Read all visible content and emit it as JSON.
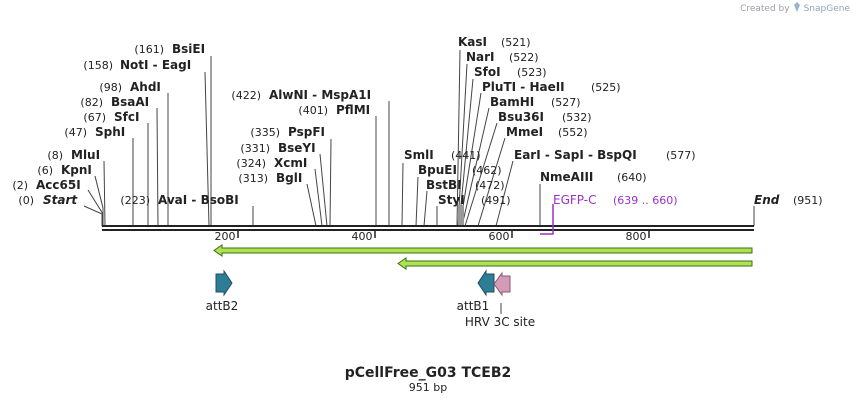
{
  "credit": {
    "prefix": "Created by",
    "brand": "SnapGene"
  },
  "plasmid": {
    "name": "pCellFree_G03 TCEB2",
    "size_label": "951 bp"
  },
  "ruler": {
    "ticks": [
      200,
      400,
      600,
      800
    ]
  },
  "sites": [
    {
      "name": "Start",
      "pos": "(0)",
      "italic": true
    },
    {
      "name": "Acc65I",
      "pos": "(2)"
    },
    {
      "name": "KpnI",
      "pos": "(6)"
    },
    {
      "name": "MluI",
      "pos": "(8)"
    },
    {
      "name": "SphI",
      "pos": "(47)"
    },
    {
      "name": "SfcI",
      "pos": "(67)"
    },
    {
      "name": "BsaAI",
      "pos": "(82)"
    },
    {
      "name": "AhdI",
      "pos": "(98)"
    },
    {
      "name": "NotI - EagI",
      "pos": "(158)"
    },
    {
      "name": "BsiEI",
      "pos": "(161)"
    },
    {
      "name": "AvaI - BsoBI",
      "pos": "(223)"
    },
    {
      "name": "BglI",
      "pos": "(313)"
    },
    {
      "name": "XcmI",
      "pos": "(324)"
    },
    {
      "name": "BseYI",
      "pos": "(331)"
    },
    {
      "name": "PspFI",
      "pos": "(335)"
    },
    {
      "name": "PflMI",
      "pos": "(401)"
    },
    {
      "name": "AlwNI - MspA1I",
      "pos": "(422)"
    },
    {
      "name": "SmlI",
      "pos": "(441)"
    },
    {
      "name": "BpuEI",
      "pos": "(462)"
    },
    {
      "name": "BstBI",
      "pos": "(472)"
    },
    {
      "name": "StyI",
      "pos": "(491)"
    },
    {
      "name": "KasI",
      "pos": "(521)"
    },
    {
      "name": "NarI",
      "pos": "(522)"
    },
    {
      "name": "SfoI",
      "pos": "(523)"
    },
    {
      "name": "PluTI - HaeII",
      "pos": "(525)"
    },
    {
      "name": "BamHI",
      "pos": "(527)"
    },
    {
      "name": "Bsu36I",
      "pos": "(532)"
    },
    {
      "name": "MmeI",
      "pos": "(552)"
    },
    {
      "name": "EarI - SapI - BspQI",
      "pos": "(577)"
    },
    {
      "name": "NmeAIII",
      "pos": "(640)"
    },
    {
      "name": "End",
      "pos": "(951)",
      "italic": true
    }
  ],
  "features": [
    {
      "name": "EGFP-C",
      "range": "(639 .. 660)",
      "color": "#9b30c8"
    },
    {
      "name": "attB2",
      "color": "#2e7d96"
    },
    {
      "name": "attB1",
      "color": "#2e7d96"
    },
    {
      "name": "HRV 3C site",
      "color": "#d49ab8"
    }
  ],
  "colors": {
    "arrow_fill": "#aee34f",
    "arrow_stroke": "#3b6e1a",
    "backbone": "#222222"
  }
}
